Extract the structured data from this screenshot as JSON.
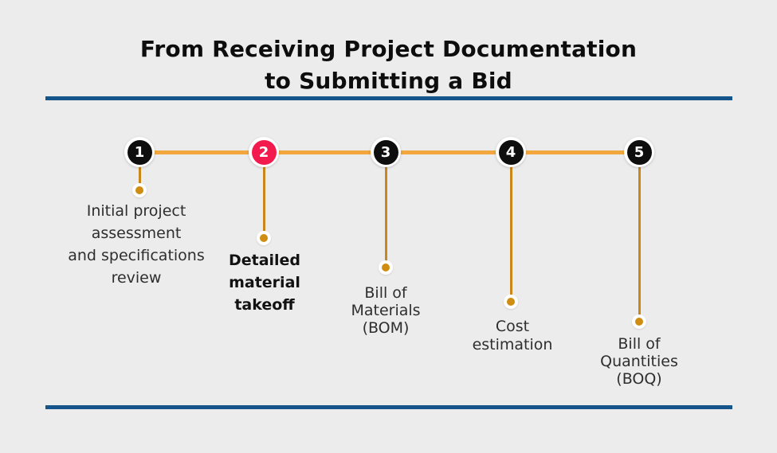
{
  "title": {
    "line1": "From Receiving Project Documentation",
    "line2": "to Submitting a Bid"
  },
  "steps": [
    {
      "number": "1",
      "label": "Initial project\nassessment\nand specifications\nreview"
    },
    {
      "number": "2",
      "label": "Detailed\nmaterial\ntakeoff"
    },
    {
      "number": "3",
      "label": "Bill of\nMaterials\n(BOM)"
    },
    {
      "number": "4",
      "label": "Cost\nestimation"
    },
    {
      "number": "5",
      "label": "Bill of\nQuantities\n(BOQ)"
    }
  ],
  "colors": {
    "background": "#ececec",
    "rule_blue": "#15558a",
    "timeline_orange": "#f2a73e",
    "stem_orange": "#c9871c",
    "dot_orange": "#cf8d12",
    "step_black": "#0e0e0e",
    "step_highlight": "#f31b4d",
    "title_text": "#0d0d0d",
    "label_text": "#2e2e2e",
    "label_bold_text": "#121212"
  }
}
